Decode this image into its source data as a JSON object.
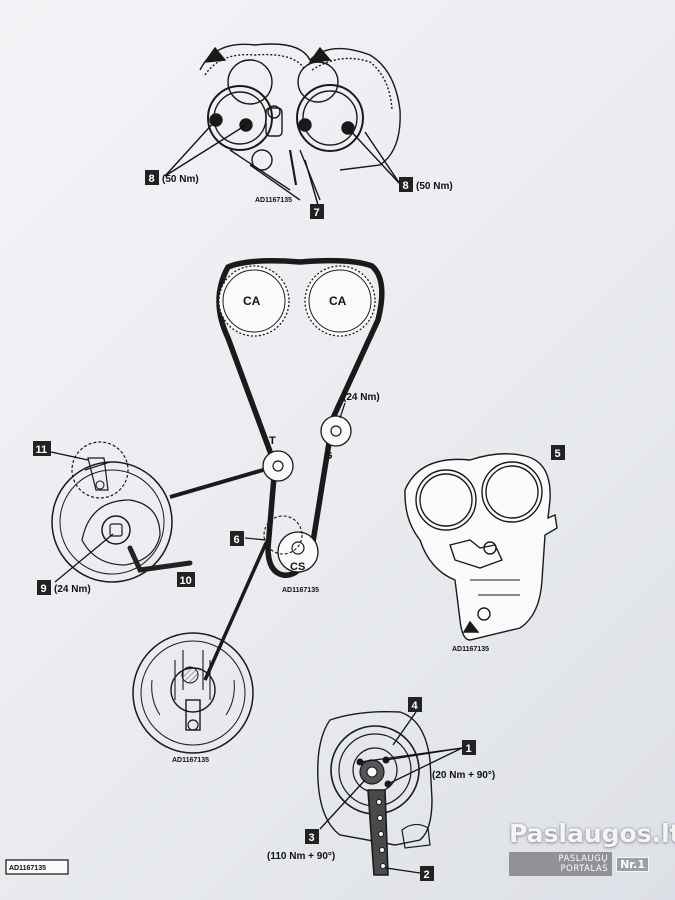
{
  "top_view": {
    "callout_8_left": {
      "num": "8",
      "torque": "(50 Nm)"
    },
    "callout_8_right": {
      "num": "8",
      "torque": "(50 Nm)"
    },
    "callout_7": "7",
    "code": "AD1167135"
  },
  "belt_routing": {
    "cam_left": "CA",
    "cam_right": "CA",
    "tensioner": "T",
    "idler": "G",
    "idler_torque": "(24 Nm)",
    "crank": "CS",
    "callout_6": "6",
    "code": "AD1167135"
  },
  "tensioner_detail": {
    "callout_11": "11",
    "callout_9": {
      "num": "9",
      "torque": "(24 Nm)"
    },
    "callout_10": "10"
  },
  "cover": {
    "callout_5": "5",
    "code": "AD1167135"
  },
  "crank_sprocket_detail": {
    "code": "AD1167135"
  },
  "pulley_detail": {
    "callout_4": "4",
    "callout_1": {
      "num": "1",
      "torque": "(20 Nm + 90°)"
    },
    "callout_3": {
      "num": "3",
      "torque": "(110 Nm + 90°)"
    },
    "callout_2": "2"
  },
  "footer_code": "AD1167135",
  "watermark": {
    "title": "Paslaugos.lt",
    "portal": "PASLAUGŲ PORTALAS",
    "badge": "Nr.1"
  }
}
